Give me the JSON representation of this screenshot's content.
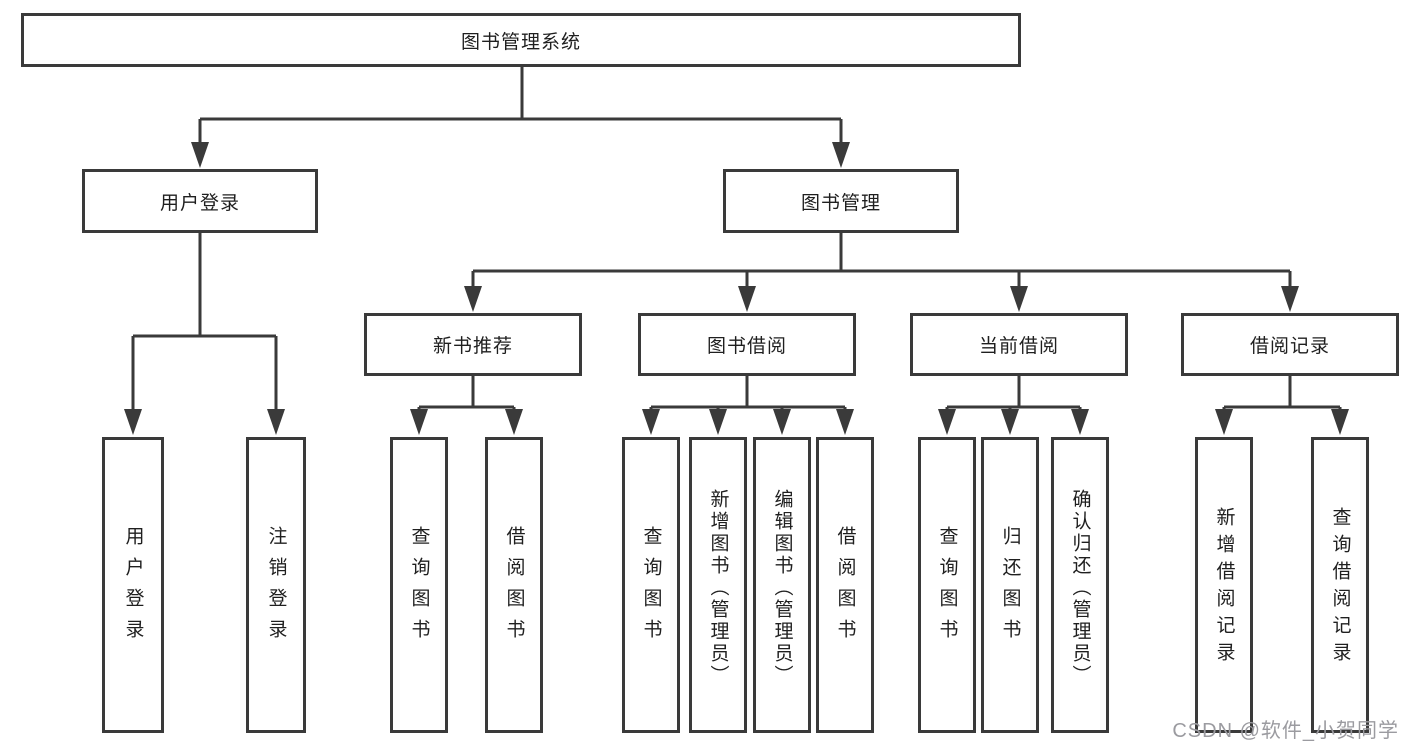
{
  "diagram_type": "hierarchy-tree",
  "colors": {
    "line": "#3a3a3a",
    "box_border": "#3a3a3a",
    "text": "#1f1f1f",
    "watermark": "#9b9ba0",
    "background": "#ffffff"
  },
  "watermark": "CSDN @软件_小贺同学",
  "tree": {
    "root": {
      "label": "图书管理系统"
    },
    "children": [
      {
        "label": "用户登录",
        "children": [
          {
            "label": "用户登录"
          },
          {
            "label": "注销登录"
          }
        ]
      },
      {
        "label": "图书管理",
        "children": [
          {
            "label": "新书推荐",
            "children": [
              {
                "label": "查询图书"
              },
              {
                "label": "借阅图书"
              }
            ]
          },
          {
            "label": "图书借阅",
            "children": [
              {
                "label": "查询图书"
              },
              {
                "label": "新增图书（管理员）"
              },
              {
                "label": "编辑图书（管理员）"
              },
              {
                "label": "借阅图书"
              }
            ]
          },
          {
            "label": "当前借阅",
            "children": [
              {
                "label": "查询图书"
              },
              {
                "label": "归还图书"
              },
              {
                "label": "确认归还（管理员）"
              }
            ]
          },
          {
            "label": "借阅记录",
            "children": [
              {
                "label": "新增借阅记录"
              },
              {
                "label": "查询借阅记录"
              }
            ]
          }
        ]
      }
    ]
  }
}
